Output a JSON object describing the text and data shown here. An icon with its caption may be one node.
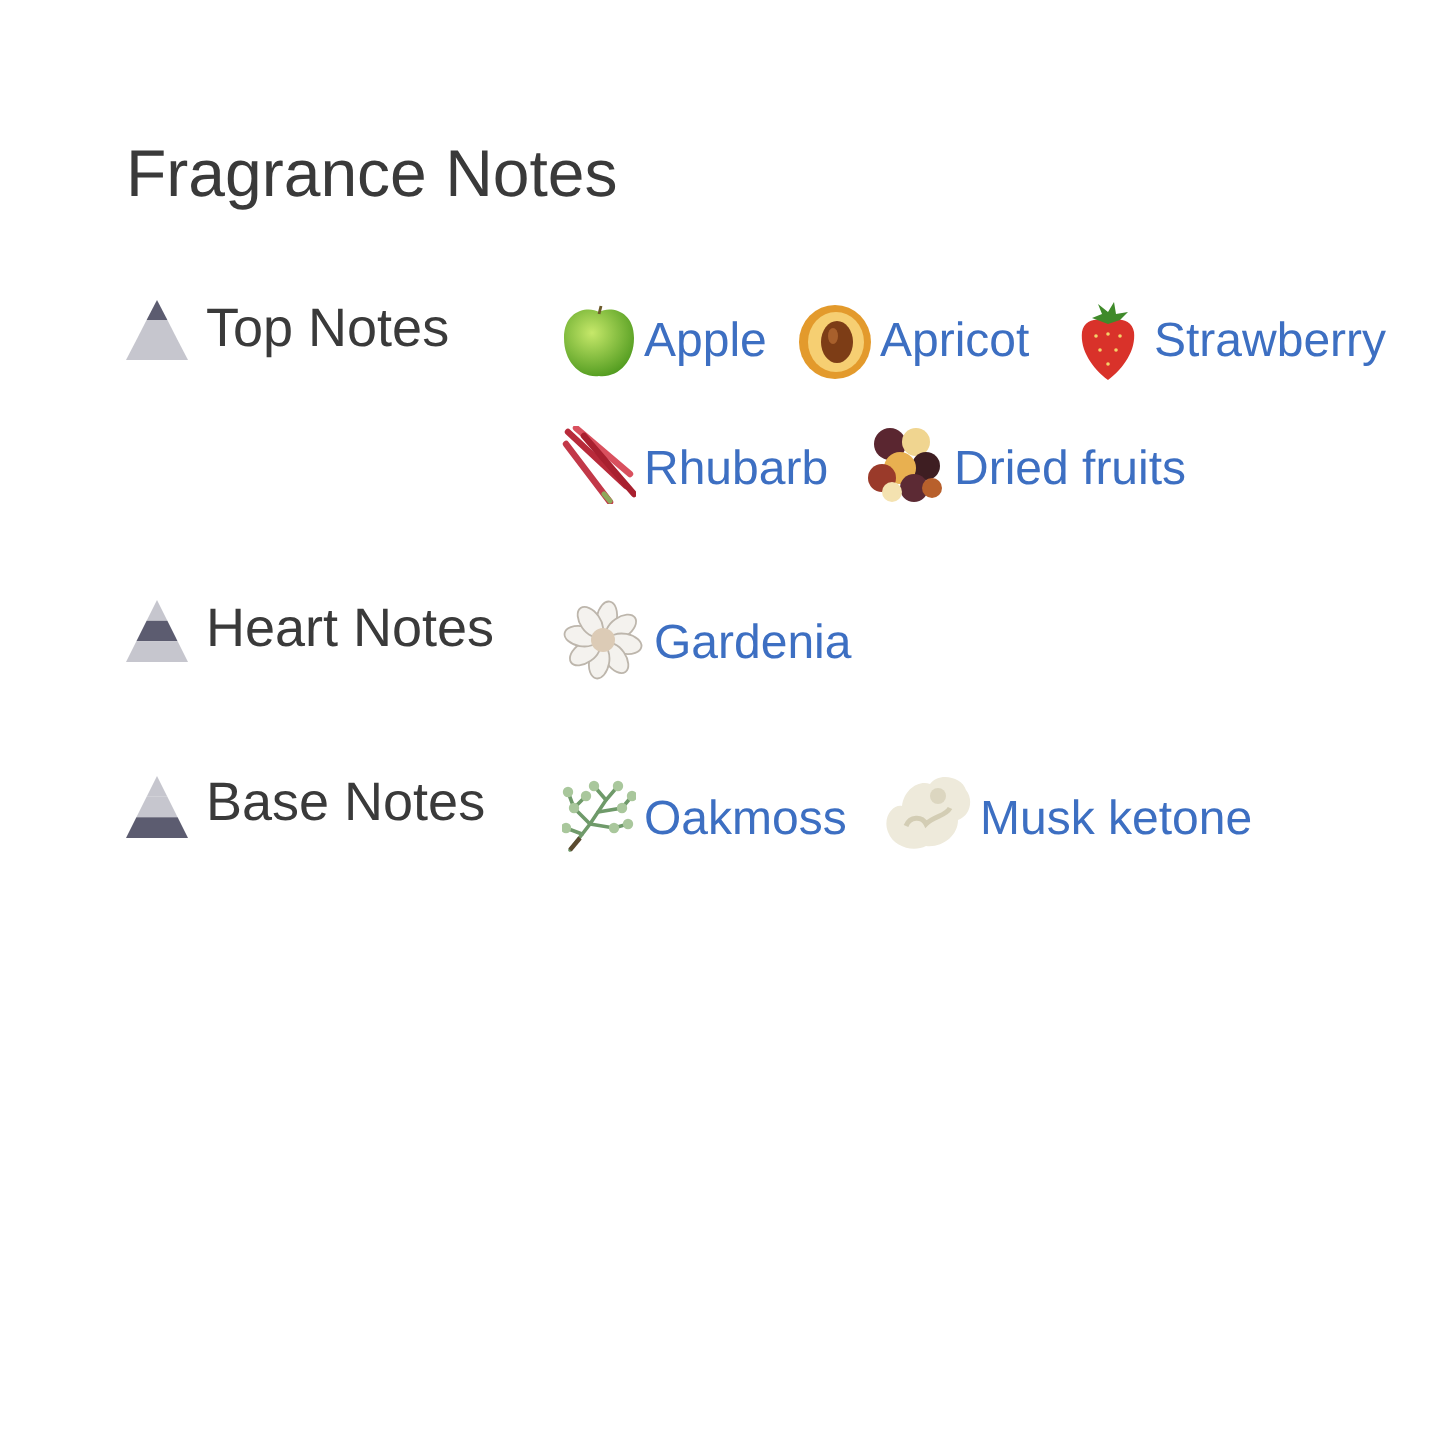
{
  "diagram": {
    "title": "Fragrance Notes",
    "labels": [
      "Top Notes",
      "Apple",
      "Apricot",
      "Strawberry",
      "Rhubarb",
      "Dried fruits",
      "Heart Notes",
      "Gardenia",
      "Base Notes",
      "Oakmoss",
      "Musk ketone"
    ]
  }
}
